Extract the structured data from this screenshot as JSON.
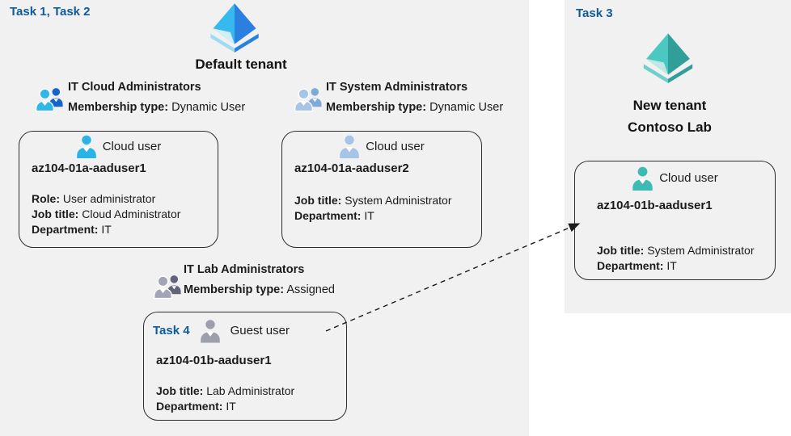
{
  "colors": {
    "task-label": "#0e5a9c",
    "panel-bg": "#f1f1f1",
    "card-border": "#2e2e2e",
    "text": "#1b1b1b",
    "arrow": "#1a1a1a",
    "azure-cyan": "#36b9ee",
    "azure-blue": "#2b7fe1",
    "azure-face-light": "#cfeffb",
    "azure-rim-light": "#9fdcf4",
    "teal-mid": "#4cc8c3",
    "teal-dark": "#319e99",
    "teal-face-light": "#bde8e5",
    "teal-rim-light": "#6fcfca",
    "user-cyan": "#29b3e8",
    "user-lightblue": "#a6c4e6",
    "user-gray": "#9da0ab",
    "user-teal": "#3ebab4",
    "group1-front": "#2fb7e8",
    "group1-back": "#1565c8",
    "group2-front": "#a6c4e6",
    "group2-back": "#7ea9d9",
    "group3-front": "#a3a4b8",
    "group3-back": "#62627a"
  },
  "left": {
    "task_label": "Task 1, Task 2",
    "tenant_name": "Default tenant",
    "groups": [
      {
        "name": "IT Cloud Administrators",
        "membership_label": "Membership type:",
        "membership_value": "Dynamic User"
      },
      {
        "name": "IT System Administrators",
        "membership_label": "Membership type:",
        "membership_value": "Dynamic User"
      },
      {
        "name": "IT Lab Administrators",
        "membership_label": "Membership type:",
        "membership_value": "Assigned"
      }
    ],
    "cards": [
      {
        "user_type": "Cloud user",
        "username": "az104-01a-aaduser1",
        "fields": [
          {
            "label": "Role:",
            "value": "User administrator"
          },
          {
            "label": "Job title:",
            "value": "Cloud Administrator"
          },
          {
            "label": "Department:",
            "value": "IT"
          }
        ]
      },
      {
        "user_type": "Cloud user",
        "username": "az104-01a-aaduser2",
        "fields": [
          {
            "label": "Job title:",
            "value": "System Administrator"
          },
          {
            "label": "Department:",
            "value": "IT"
          }
        ]
      },
      {
        "task_label": "Task 4",
        "user_type": "Guest user",
        "username": "az104-01b-aaduser1",
        "fields": [
          {
            "label": "Job title:",
            "value": "Lab Administrator"
          },
          {
            "label": "Department:",
            "value": "IT"
          }
        ]
      }
    ]
  },
  "right": {
    "task_label": "Task 3",
    "tenant_name_line1": "New tenant",
    "tenant_name_line2": "Contoso Lab",
    "card": {
      "user_type": "Cloud user",
      "username": "az104-01b-aaduser1",
      "fields": [
        {
          "label": "Job title:",
          "value": "System Administrator"
        },
        {
          "label": "Department:",
          "value": "IT"
        }
      ]
    }
  }
}
